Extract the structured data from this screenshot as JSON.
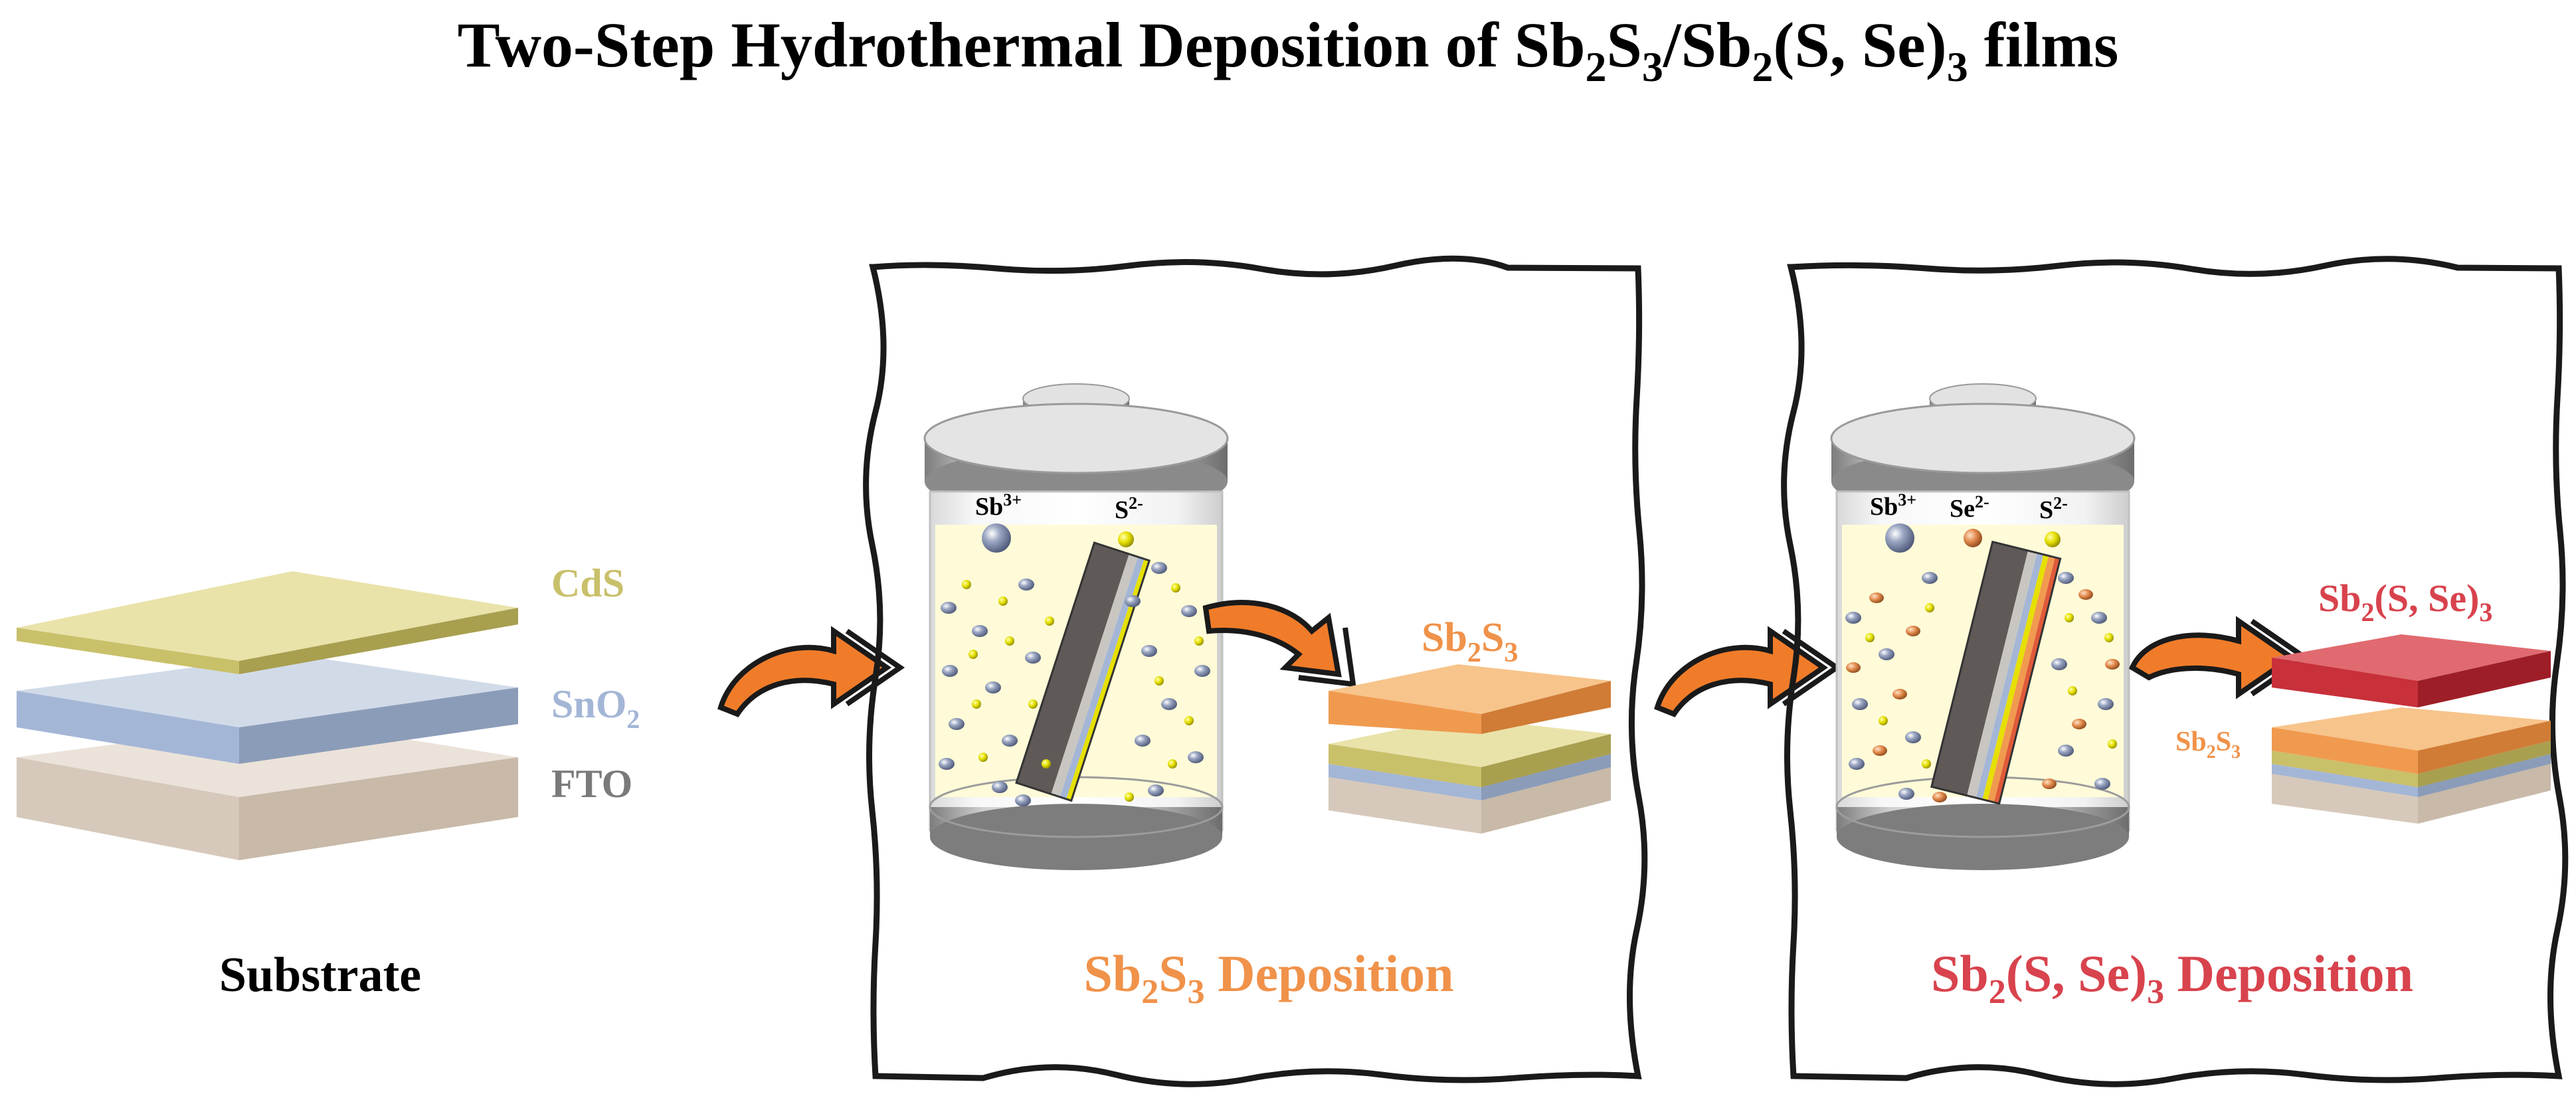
{
  "figure": {
    "title": {
      "main": "Two-Step Hydrothermal Deposition of Sb",
      "s1": "2",
      "s2": "S",
      "s3": "3",
      "s4": "/Sb",
      "s5": "2",
      "s6": "(S, Se)",
      "s7": "3",
      "s8": " films"
    },
    "substrate": {
      "caption": "Substrate",
      "layers": [
        {
          "label": "CdS"
        },
        {
          "label_main": "SnO",
          "label_sub": "2"
        },
        {
          "label": "FTO"
        }
      ]
    },
    "step1": {
      "caption": {
        "a": "Sb",
        "b": "2",
        "c": "S",
        "d": "3",
        "e": " Deposition"
      },
      "ions": [
        {
          "base": "Sb",
          "sup": "3+"
        },
        {
          "base": "S",
          "sup": "2-"
        }
      ],
      "product": {
        "a": "Sb",
        "b": "2",
        "c": "S",
        "d": "3"
      }
    },
    "step2": {
      "caption": {
        "a": "Sb",
        "b": "2",
        "c": "(S, Se)",
        "d": "3",
        "e": " Deposition"
      },
      "ions": [
        {
          "base": "Sb",
          "sup": "3+"
        },
        {
          "base": "Se",
          "sup": "2-"
        },
        {
          "base": "S",
          "sup": "2-"
        }
      ],
      "product_top": {
        "a": "Sb",
        "b": "2",
        "c": "(S, Se)",
        "d": "3"
      },
      "product_bottom": {
        "a": "Sb",
        "b": "2",
        "c": "S",
        "d": "3"
      }
    },
    "colors": {
      "cds": "#c9c06a",
      "sno2": "#a4b6d6",
      "fto": "#d6c9bb",
      "sb2s3": "#f09a4f",
      "sbsse": "#c8303a",
      "arrow": "#f07c2a",
      "step1_text": "#f0924a",
      "step2_text": "#d8434d"
    }
  }
}
